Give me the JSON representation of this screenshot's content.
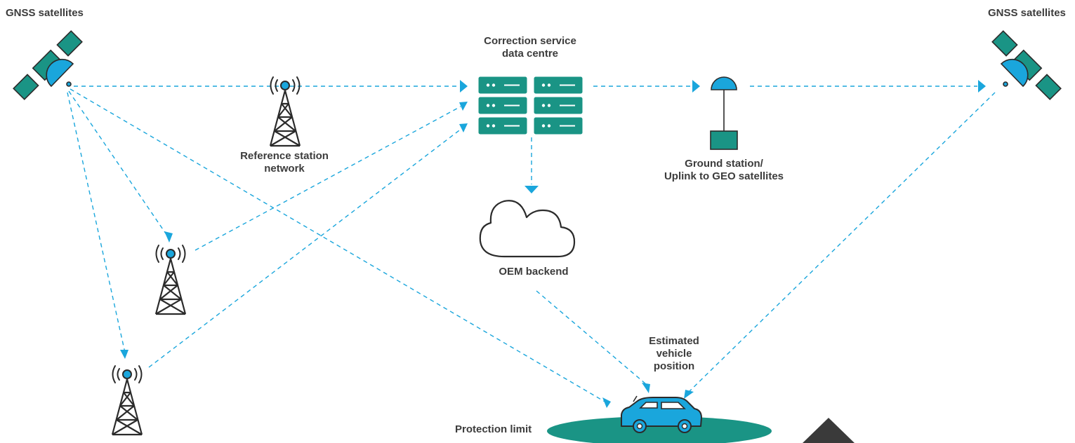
{
  "labels": {
    "gnss_left": "GNSS satellites",
    "gnss_right": "GNSS satellites",
    "data_centre": [
      "Correction service",
      "data centre"
    ],
    "reference_station": [
      "Reference station",
      "network"
    ],
    "ground_station": [
      "Ground station/",
      "Uplink to GEO satellites"
    ],
    "oem_backend": "OEM backend",
    "vehicle_position": [
      "Estimated",
      "vehicle",
      "position"
    ],
    "protection_limit": "Protection limit"
  },
  "colors": {
    "link": "#1aa6dc",
    "teal": "#1a9485",
    "blue": "#1aa6dc",
    "outline": "#2b2b2b",
    "text": "#3c3c3c"
  },
  "icons": [
    "satellite-icon",
    "radio-tower-icon",
    "server-icon",
    "ground-station-icon",
    "cloud-icon",
    "car-icon"
  ]
}
